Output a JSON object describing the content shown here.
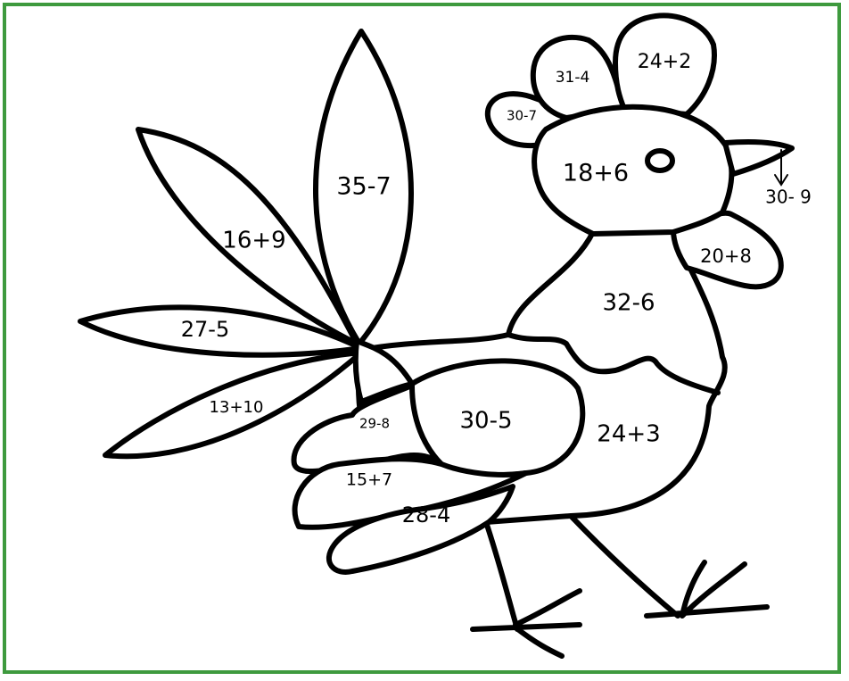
{
  "frame_color": "#3e9a3e",
  "labels": {
    "comb_right": "24+2",
    "comb_middle": "31-4",
    "comb_left": "30-7",
    "head": "18+6",
    "beak": "30- 9",
    "wattle": "20+8",
    "neck": "32-6",
    "feather_center": "35-7",
    "feather_upper_left": "16+9",
    "feather_left": "27-5",
    "feather_lower_left": "13+10",
    "wing_main": "30-5",
    "body": "24+3",
    "wing_feather_1": "29-8",
    "wing_feather_2": "15+7",
    "wing_feather_3": "28-4"
  }
}
